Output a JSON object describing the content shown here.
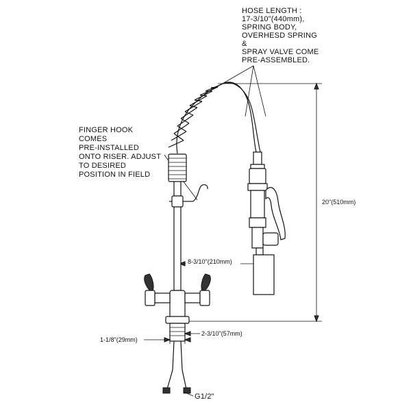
{
  "notes": {
    "hose_length": [
      "HOSE LENGTH :",
      "17-3/10\"(440mm),",
      "SPRING BODY,",
      "OVERHESD SPRING",
      "&",
      "SPRAY VALVE COME",
      "PRE-ASSEMBLED."
    ],
    "finger_hook": [
      "FINGER HOOK",
      "COMES",
      "PRE-INSTALLED",
      "ONTO RISER. ADJUST",
      "TO DESIRED",
      "POSITION IN FIELD"
    ]
  },
  "dimensions": {
    "height": "20\"(510mm)",
    "reach": "8-3/10\"(210mm)",
    "base_width": "2-3/10\"(57mm)",
    "shank": "1-1/8\"(29mm)",
    "thread": "G1/2\""
  },
  "colors": {
    "line": "#111111",
    "background": "#ffffff"
  }
}
